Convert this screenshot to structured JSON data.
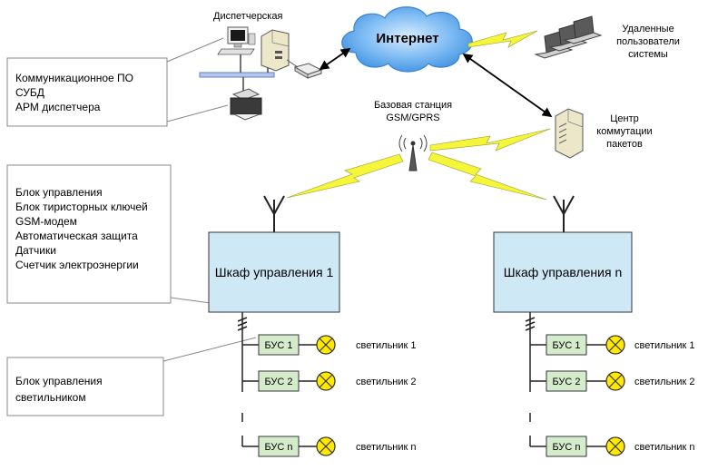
{
  "dispatch": {
    "label": "Диспетчерская",
    "note_lines": [
      "Коммуникационное ПО",
      "СУБД",
      "АРМ диспетчера"
    ]
  },
  "internet": {
    "label": "Интернет"
  },
  "remote_users": {
    "lines": [
      "Удаленные",
      "пользователи",
      "системы"
    ]
  },
  "base_station": {
    "lines": [
      "Базовая станция",
      "GSM/GPRS"
    ]
  },
  "packet_center": {
    "lines": [
      "Центр",
      "коммутации",
      "пакетов"
    ]
  },
  "cabinet_note": {
    "lines": [
      "Блок управления",
      "Блок тиристорных ключей",
      "GSM-модем",
      "Автоматическая защита",
      "Датчики",
      "Счетчик электроэнергии"
    ]
  },
  "cabinets": [
    {
      "label": "Шкаф управления 1",
      "bus": [
        {
          "label": "БУС 1",
          "lamp": "светильник 1"
        },
        {
          "label": "БУС 2",
          "lamp": "светильник 2"
        },
        {
          "label": "БУС n",
          "lamp": "светильник n"
        }
      ]
    },
    {
      "label": "Шкаф управления n",
      "bus": [
        {
          "label": "БУС 1",
          "lamp": "светильник 1"
        },
        {
          "label": "БУС 2",
          "lamp": "светильник 2"
        },
        {
          "label": "БУС n",
          "lamp": "светильник n"
        }
      ]
    }
  ],
  "bus_note": {
    "lines": [
      "Блок управления",
      "светильником"
    ]
  },
  "colors": {
    "cabinet_fill": "#cfe8f6",
    "bus_fill": "#d4eccc",
    "lamp_fill": "#ffe900",
    "lightning": "#f5f53a",
    "cloud": "#58a9ee"
  }
}
